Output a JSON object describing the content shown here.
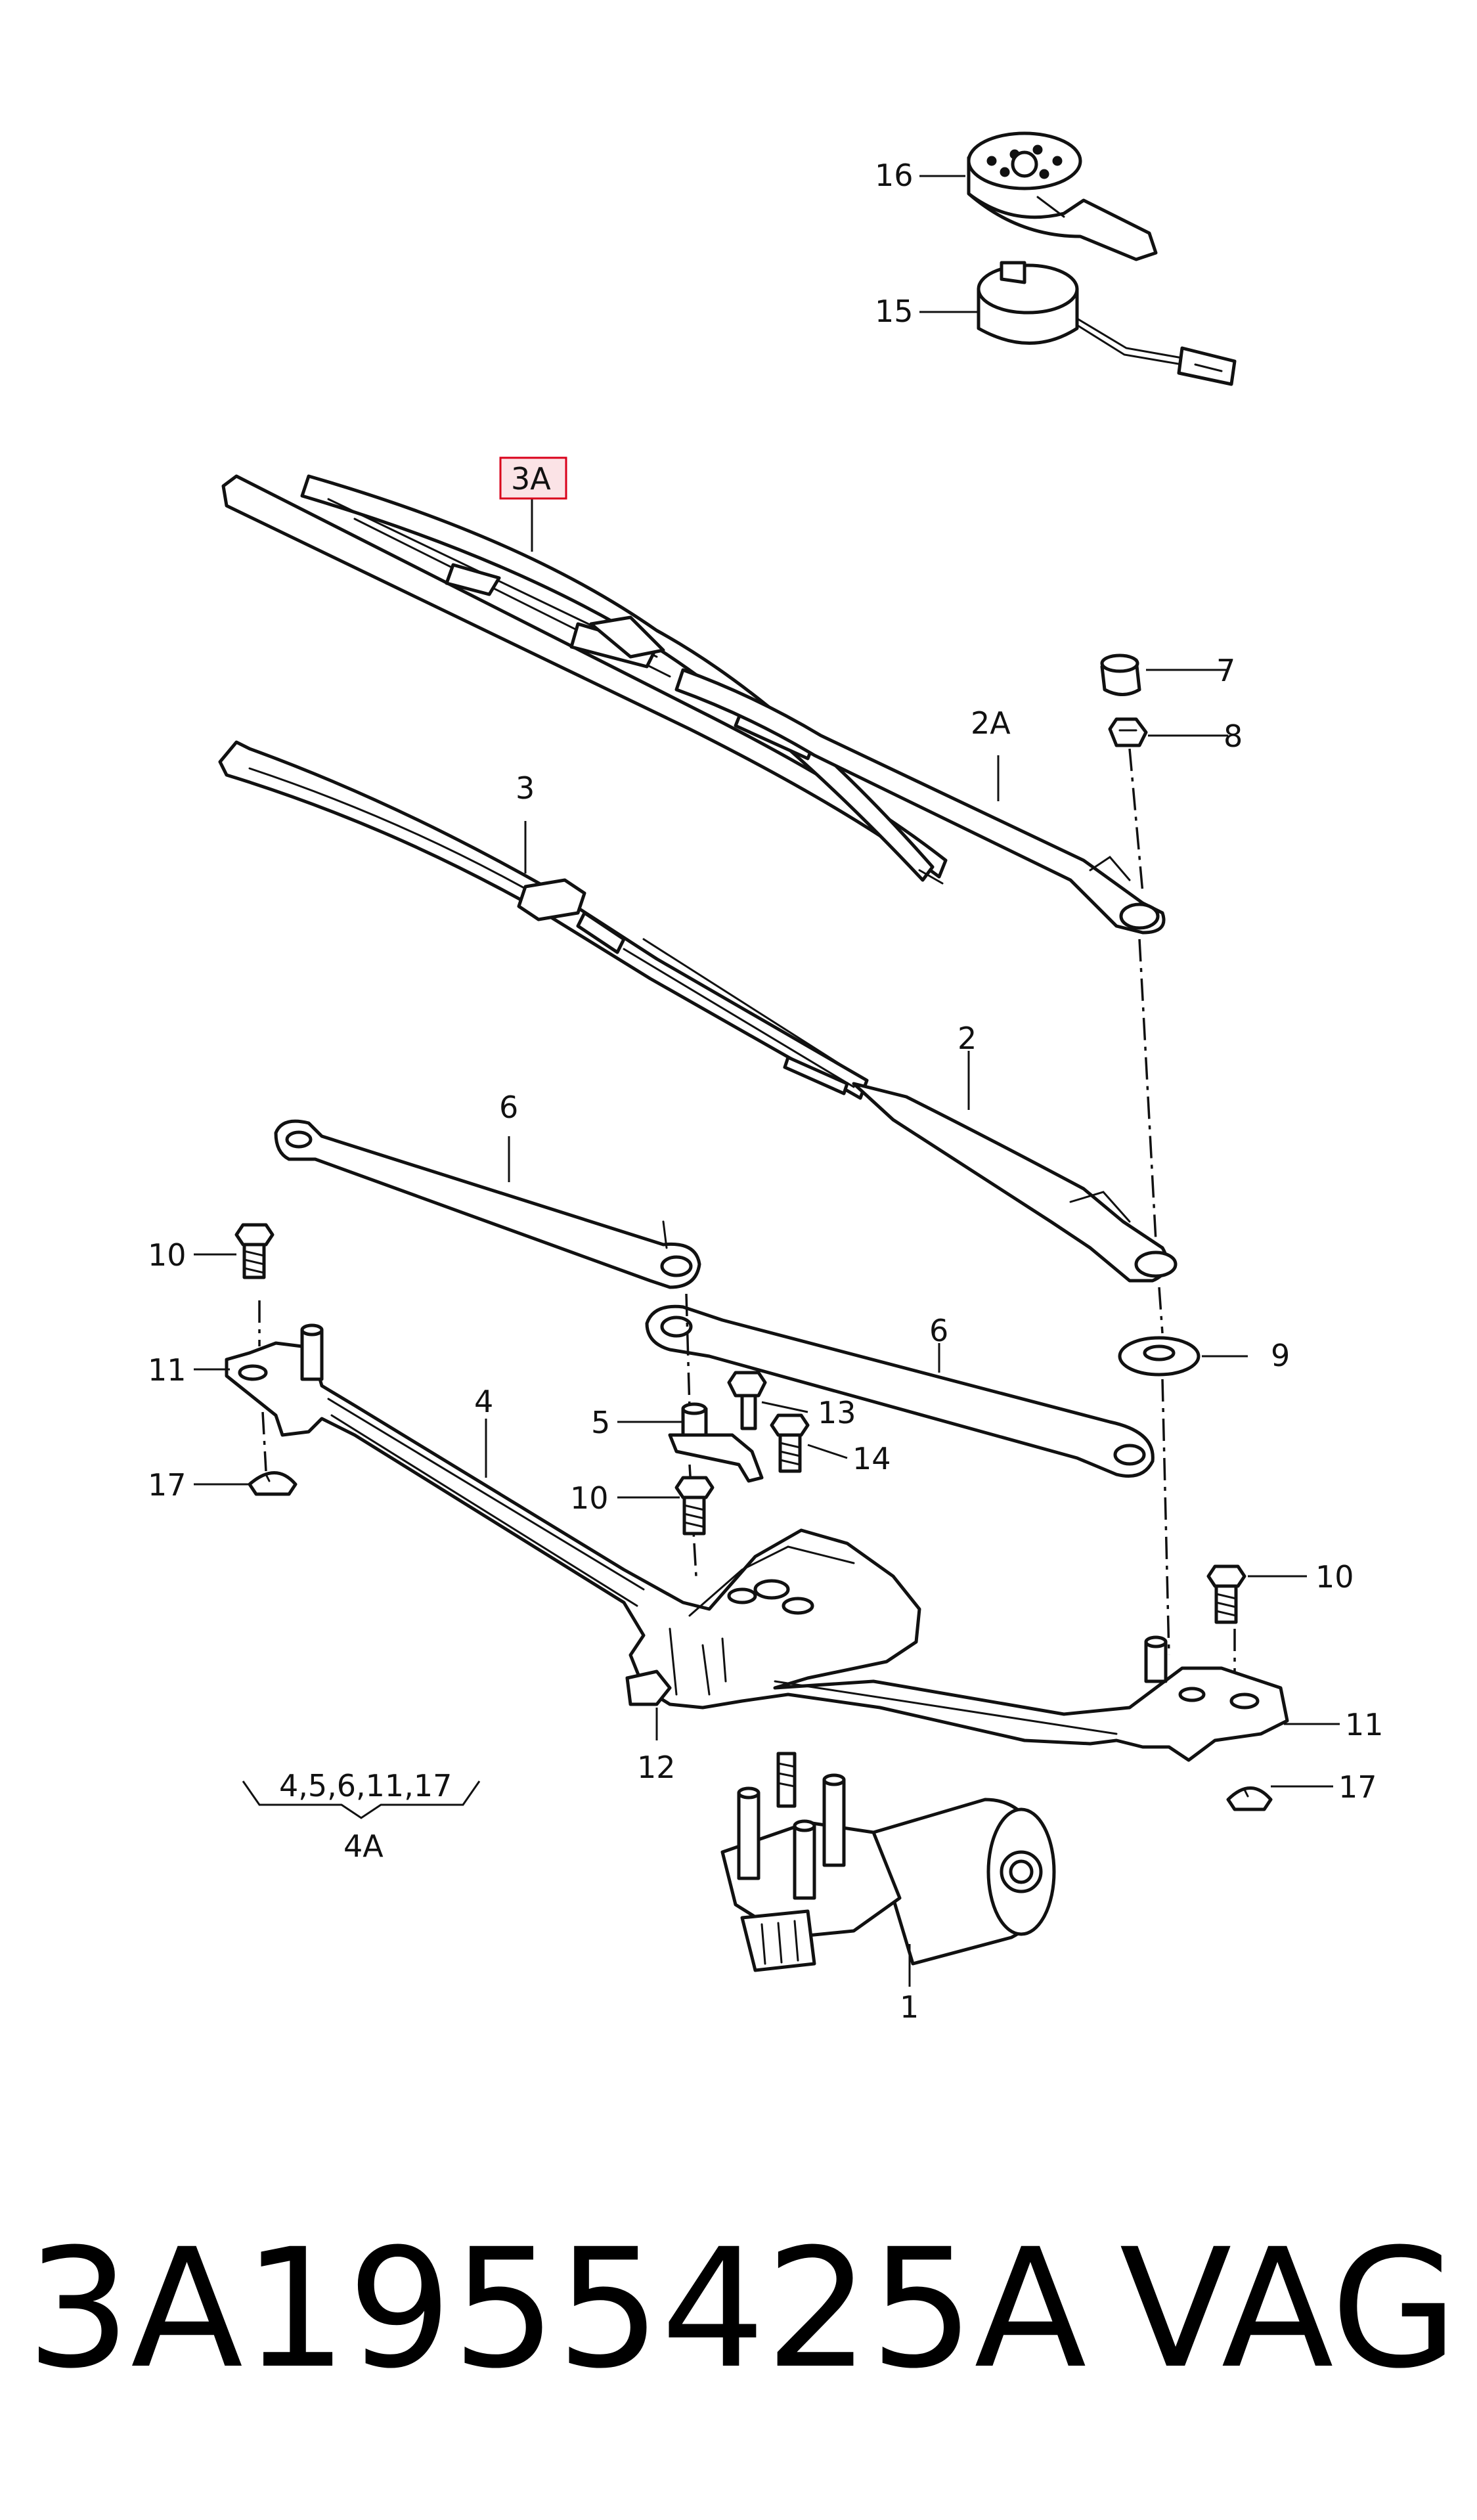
{
  "highlight_color": "#d9001b",
  "callouts": {
    "c16": "16",
    "c15": "15",
    "c3A": "3A",
    "c7": "7",
    "c8": "8",
    "c2A": "2A",
    "c3": "3",
    "c2": "2",
    "c6a": "6",
    "c10a": "10",
    "c11a": "11",
    "c6b": "6",
    "c9": "9",
    "c5": "5",
    "c13": "13",
    "c4": "4",
    "c14": "14",
    "c17a": "17",
    "c10b": "10",
    "c10c": "10",
    "c11b": "11",
    "c12": "12",
    "c17b": "17",
    "c1": "1",
    "kit_contents": "4,5,6,11,17",
    "kit": "4A"
  },
  "footer": {
    "part_number": "3A1955425A",
    "brand": "VAG"
  }
}
